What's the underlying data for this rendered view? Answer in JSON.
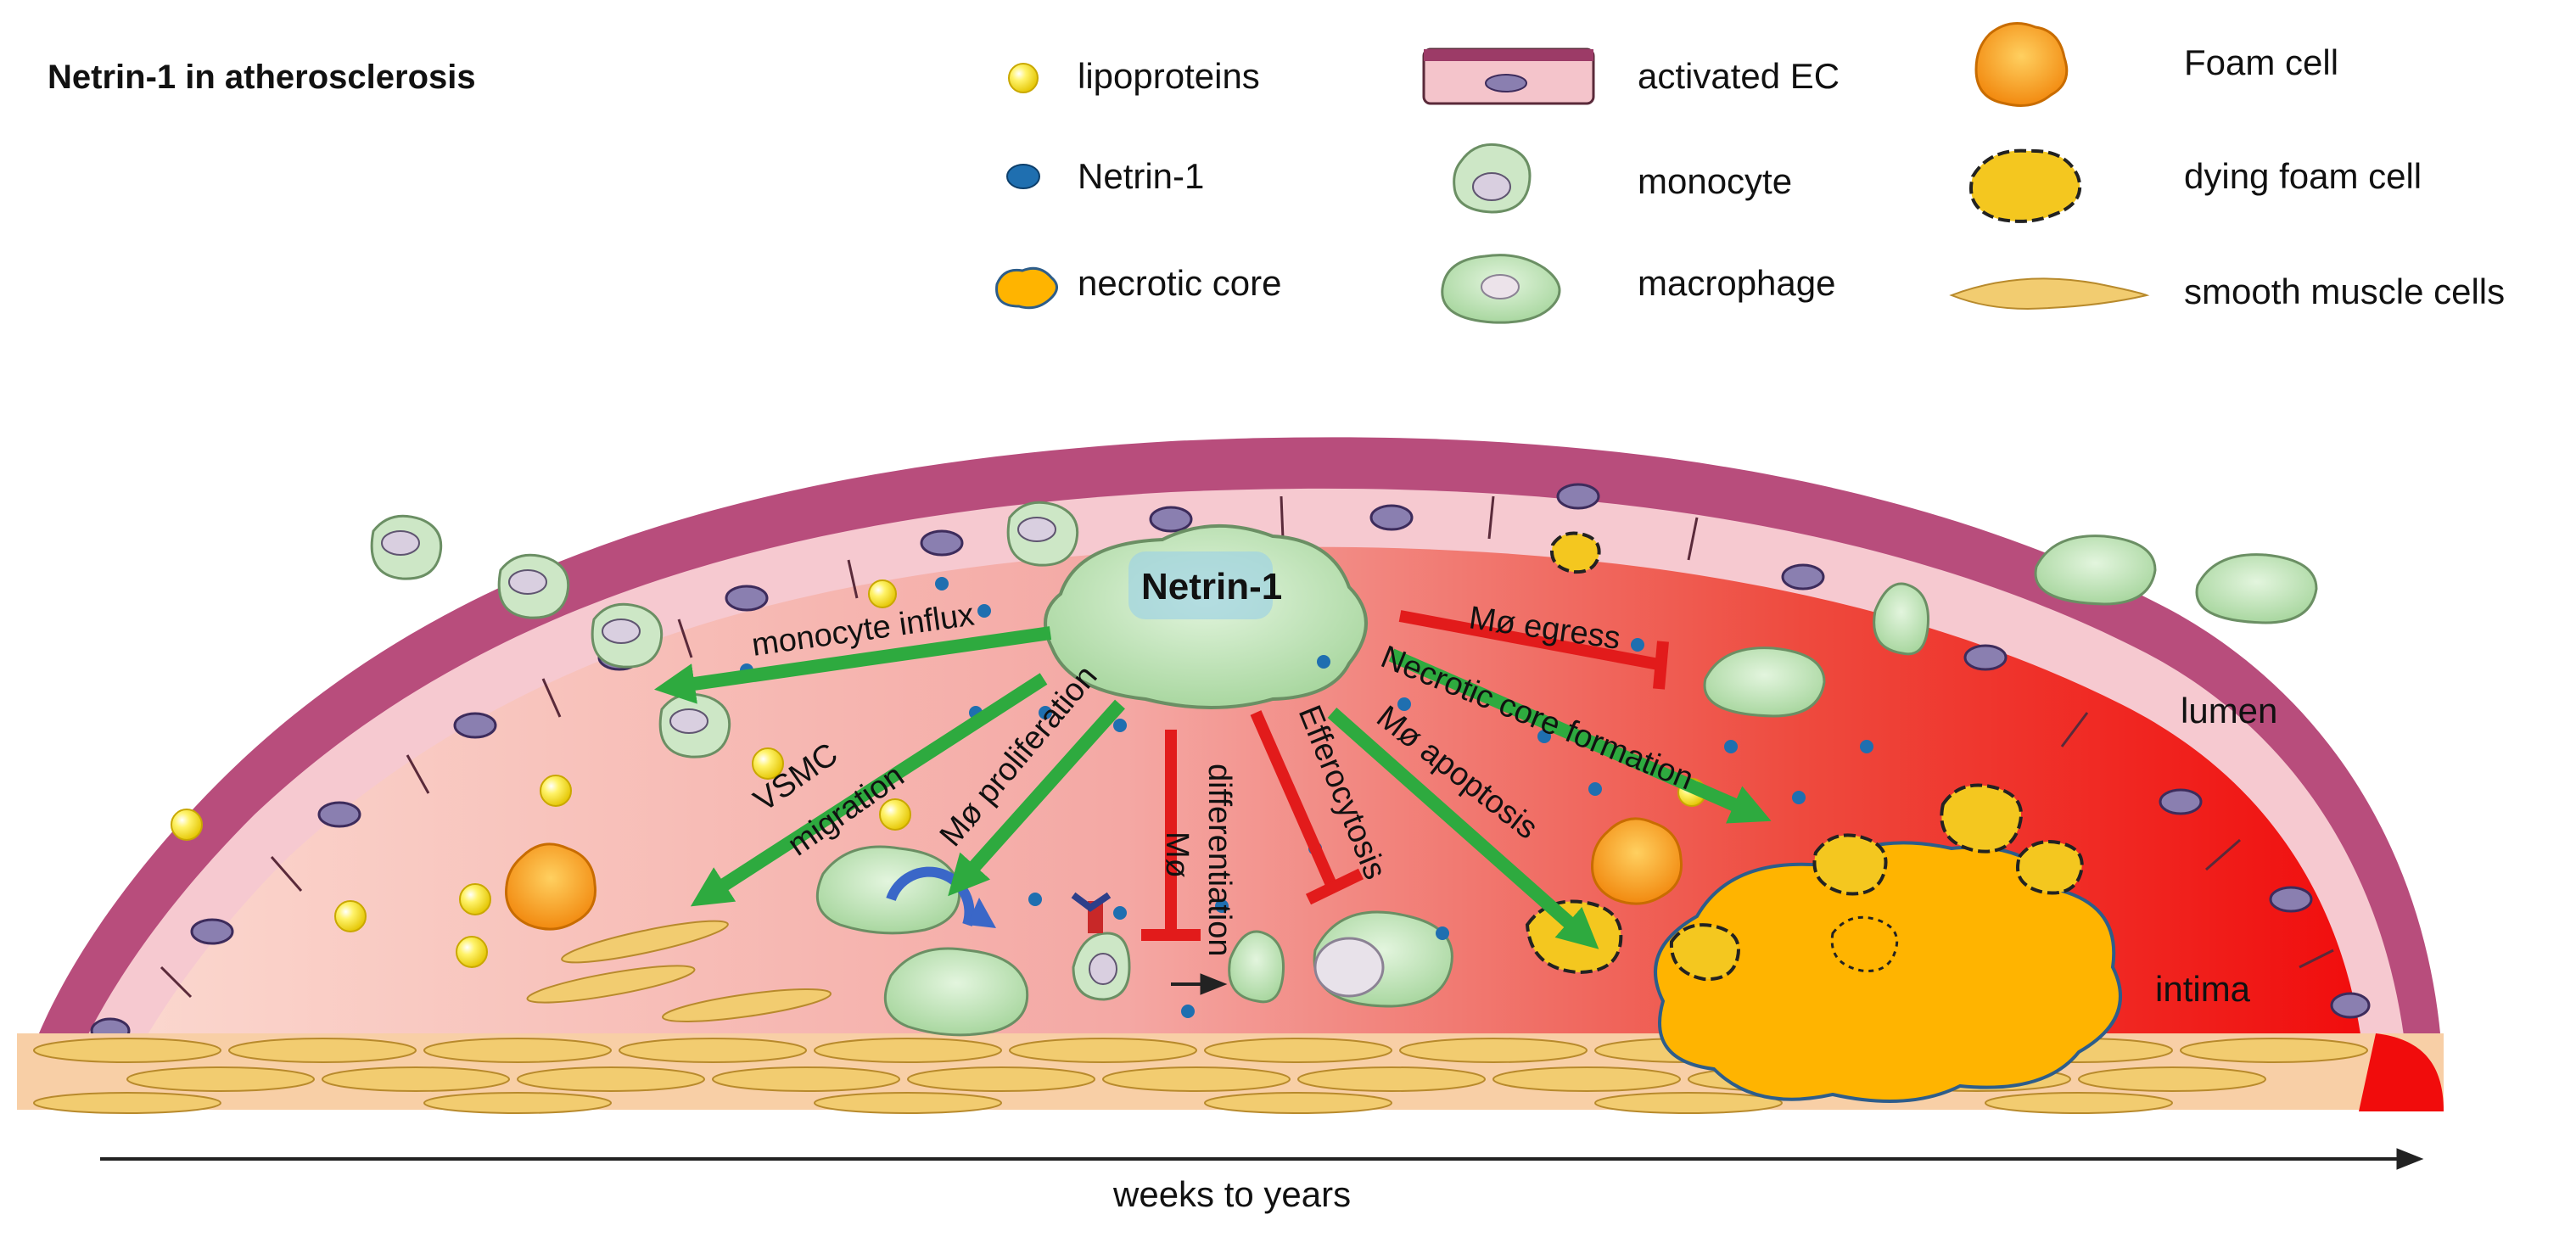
{
  "title": "Netrin-1 in atherosclerosis",
  "legend": {
    "col1": [
      "lipoproteins",
      "Netrin-1",
      "necrotic core"
    ],
    "col2": [
      "activated EC",
      "monocyte",
      "macrophage"
    ],
    "col3": [
      "Foam cell",
      "dying foam cell",
      "smooth muscle cells"
    ]
  },
  "center_label": "Netrin-1",
  "arrows": {
    "monocyte_influx": "monocyte influx",
    "vsmc_line1": "VSMC",
    "vsmc_line2": "migration",
    "mo_proliferation": "Mø proliferation",
    "mo_diff_line1": "Mø",
    "mo_diff_line2": "differentiation",
    "efferocytosis": "Efferocytosis",
    "mo_apoptosis": "Mø apoptosis",
    "necrotic_core_formation": "Necrotic core formation",
    "mo_egress": "Mø egress"
  },
  "regions": {
    "lumen": "lumen",
    "intima": "intima"
  },
  "timeline": "weeks to years",
  "colors": {
    "activate": "#2eaa3f",
    "inhibit": "#e21b1b",
    "lipid": "#f5e21a",
    "netrin": "#1f6fb0",
    "core": "#ffb400"
  }
}
